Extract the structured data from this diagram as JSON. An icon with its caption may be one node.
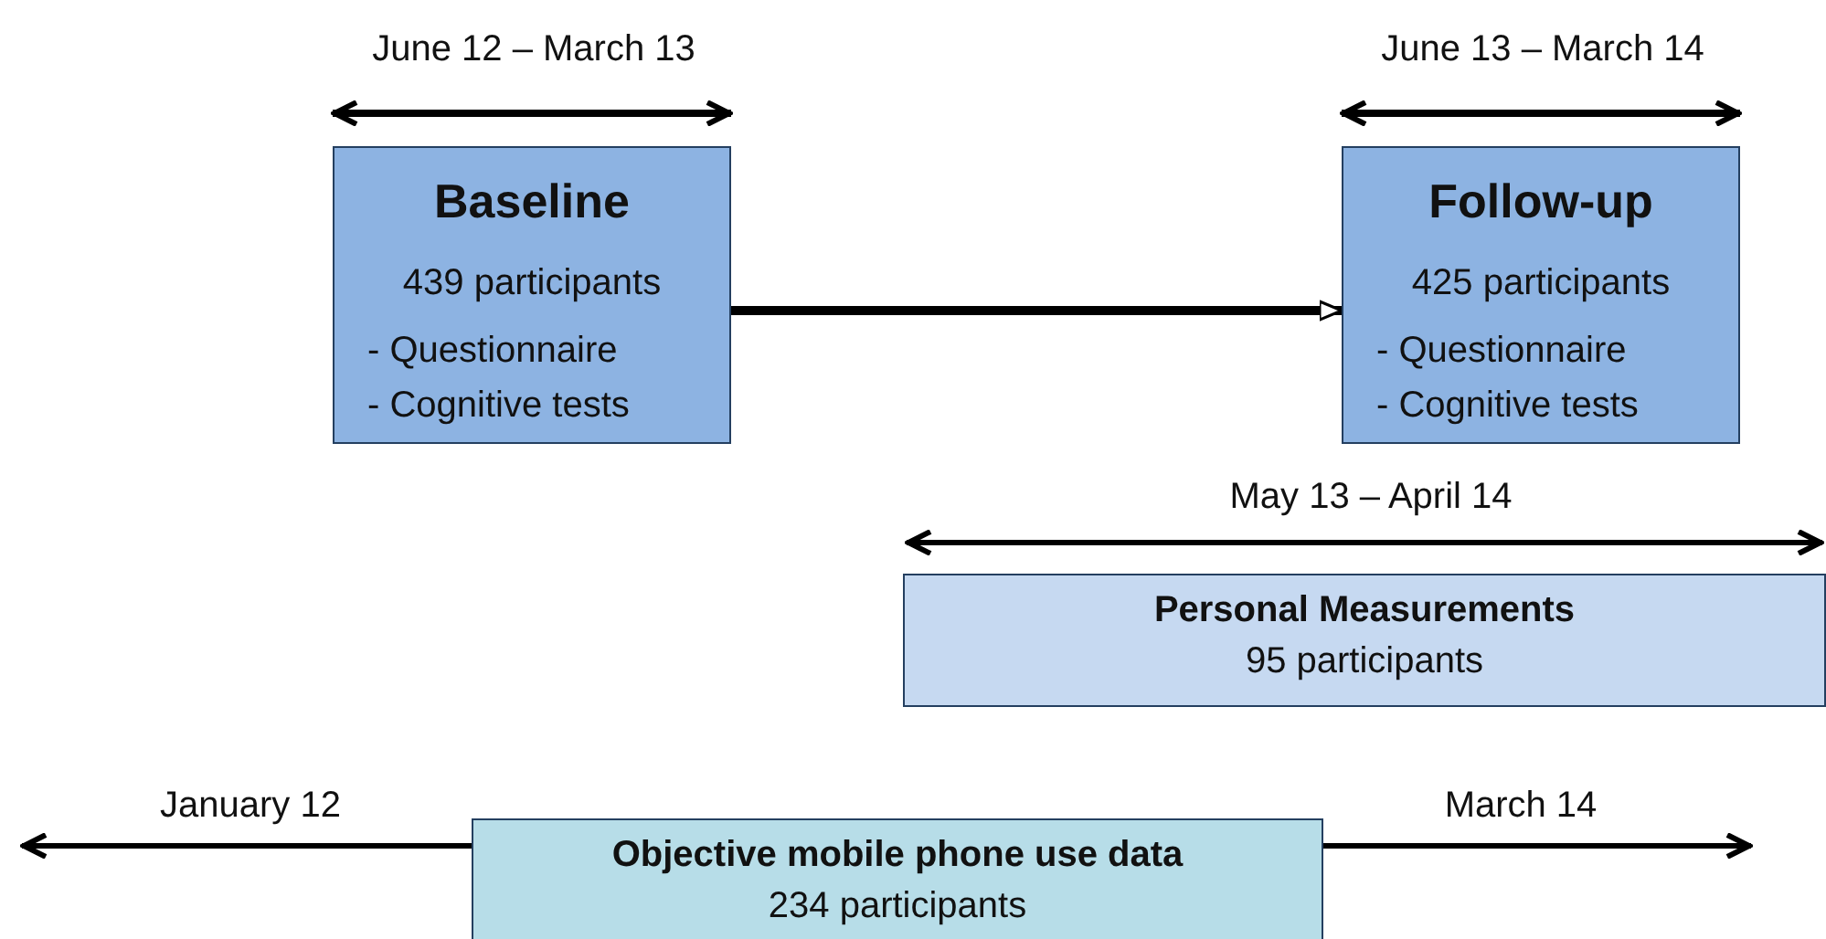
{
  "diagram": {
    "nodes": [
      {
        "text": [
          "Baseline",
          "439 participants",
          "- Questionnaire",
          "- Cognitive tests"
        ],
        "beside": [
          "June 12 – March 13"
        ]
      },
      {
        "text": [
          "Follow-up",
          "425 participants",
          "- Questionnaire",
          "- Cognitive tests"
        ],
        "beside": [
          "June 13 – March 14"
        ]
      },
      {
        "text": [
          "Personal Measurements",
          "95 participants"
        ],
        "beside": [
          "May 13 – April 14"
        ]
      },
      {
        "text": [
          "Objective mobile phone use data",
          "234 participants"
        ],
        "beside": [
          "January 12",
          "March 14"
        ]
      }
    ],
    "edges": [
      {
        "from": 0,
        "to": 1,
        "arrow": "to"
      }
    ]
  }
}
